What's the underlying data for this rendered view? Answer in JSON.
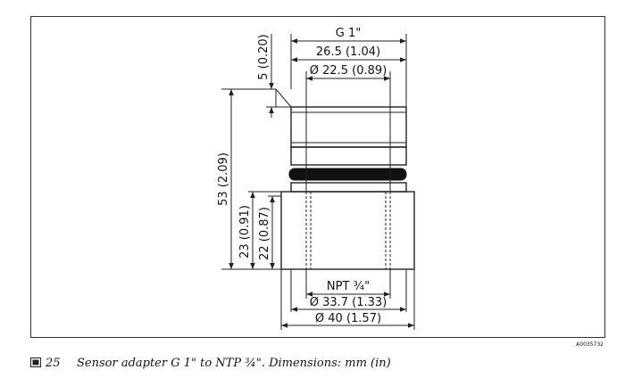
{
  "drawing": {
    "labels": {
      "thread_top": "G 1\"",
      "dim_26_5": "26.5 (1.04)",
      "dim_22_5": "Ø 22.5 (0.89)",
      "dim_5": "5 (0.20)",
      "dim_53": "53 (2.09)",
      "dim_23": "23 (0.91)",
      "dim_22": "22 (0.87)",
      "thread_bottom": "NPT ¾\"",
      "dim_33_7": "Ø 33.7 (1.33)",
      "dim_40": "Ø 40 (1.57)"
    },
    "drawing_id": "A0035732"
  },
  "caption": {
    "number": "25",
    "text": "Sensor adapter G 1\" to NTP ¾\". Dimensions: mm (in)",
    "icon": "figure-icon"
  }
}
